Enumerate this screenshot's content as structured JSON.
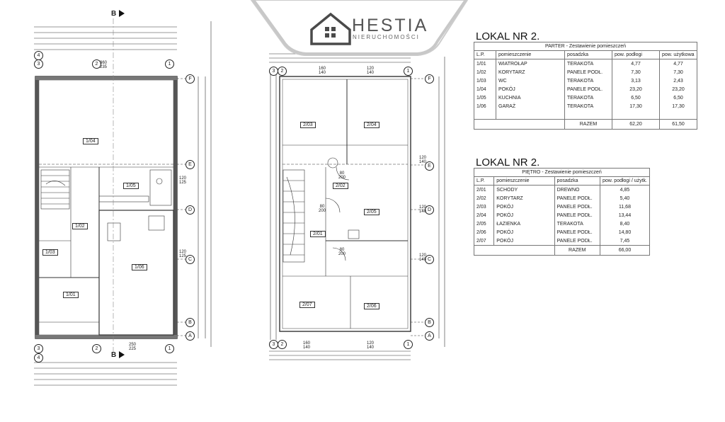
{
  "brand": {
    "name": "HESTIA",
    "tagline": "NIERUCHOMOŚCI"
  },
  "section_marker": "B",
  "plan_left": {
    "rooms": [
      "1/04",
      "1/05",
      "1/02",
      "1/03",
      "1/06",
      "1/01"
    ],
    "axes_right": [
      "F",
      "E",
      "D",
      "C",
      "B",
      "A"
    ],
    "axes_top": [
      "3",
      "2",
      "1",
      "4"
    ],
    "opening_top": "360\n235",
    "opening_bottom": "250\n225",
    "opening_side_1": "120\n125",
    "opening_side_2": "120\n125"
  },
  "plan_right": {
    "rooms": [
      "2/03",
      "2/04",
      "2/02",
      "2/05",
      "2/01",
      "2/07",
      "2/06"
    ],
    "axes_right": [
      "F",
      "E",
      "D",
      "C",
      "B",
      "A"
    ],
    "axes_top": [
      "3",
      "2",
      "1"
    ],
    "openings": [
      "160\n140",
      "120\n140",
      "120\n140",
      "120\n140",
      "120\n140",
      "160\n140",
      "120\n140",
      "80\n200",
      "80\n200",
      "80\n200"
    ]
  },
  "table1": {
    "title": "LOKAL NR 2.",
    "subtitle": "PARTER - Zestawienie pomieszczeń",
    "headers": [
      "L.P.",
      "pomieszczenie",
      "posadzka",
      "pow. podłogi",
      "pow. użytkowa"
    ],
    "rows": [
      [
        "1/01",
        "WIATROŁAP",
        "TERAKOTA",
        "4,77",
        "4,77"
      ],
      [
        "1/02",
        "KORYTARZ",
        "PANELE PODŁ.",
        "7,30",
        "7,30"
      ],
      [
        "1/03",
        "WC",
        "TERAKOTA",
        "3,13",
        "2,43"
      ],
      [
        "1/04",
        "POKÓJ",
        "PANELE PODŁ.",
        "23,20",
        "23,20"
      ],
      [
        "1/05",
        "KUCHNIA",
        "TERAKOTA",
        "6,50",
        "6,50"
      ],
      [
        "1/06",
        "GARAŻ",
        "TERAKOTA",
        "17,30",
        "17,30"
      ]
    ],
    "total_label": "RAZEM",
    "total_floor": "62,20",
    "total_usable": "61,50"
  },
  "table2": {
    "title": "LOKAL NR 2.",
    "subtitle": "PIĘTRO - Zestawienie pomieszczeń",
    "headers": [
      "L.P.",
      "pomieszczenie",
      "posadzka",
      "pow. podłogi / użytk."
    ],
    "rows": [
      [
        "2/01",
        "SCHODY",
        "DREWNO",
        "4,85"
      ],
      [
        "2/02",
        "KORYTARZ",
        "PANELE PODŁ.",
        "5,40"
      ],
      [
        "2/03",
        "POKÓJ",
        "PANELE PODŁ.",
        "11,68"
      ],
      [
        "2/04",
        "POKÓJ",
        "PANELE PODŁ.",
        "13,44"
      ],
      [
        "2/05",
        "ŁAZIENKA",
        "TERAKOTA",
        "8,40"
      ],
      [
        "2/06",
        "POKÓJ",
        "PANELE PODŁ.",
        "14,80"
      ],
      [
        "2/07",
        "POKÓJ",
        "PANELE PODŁ.",
        "7,45"
      ]
    ],
    "total_label": "RAZEM",
    "total_value": "66,00"
  }
}
